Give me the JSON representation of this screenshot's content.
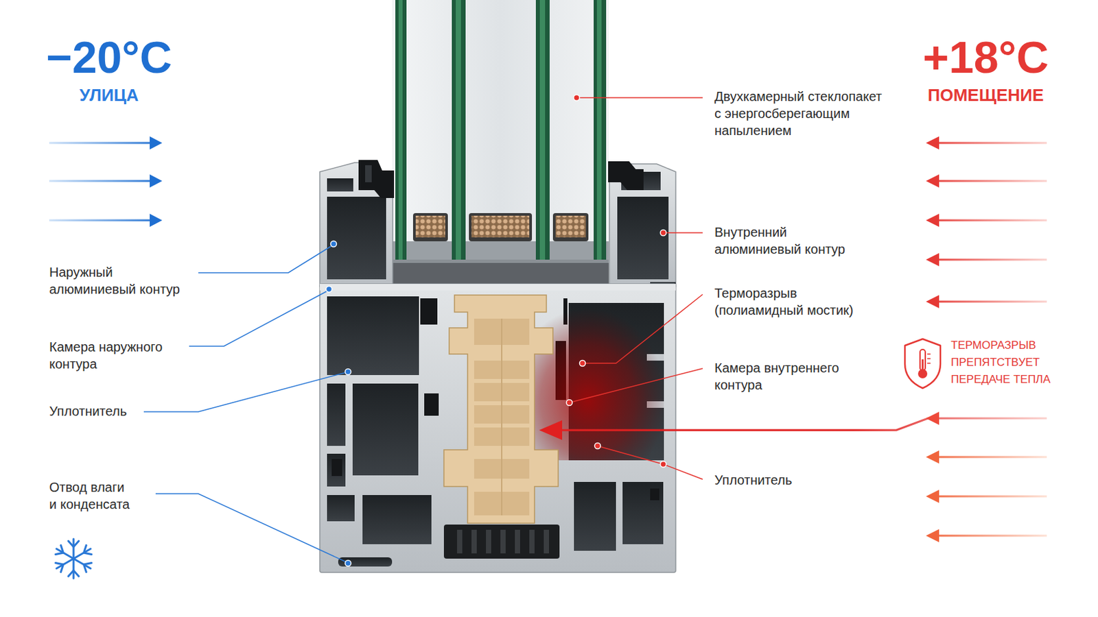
{
  "diagram": {
    "labels": [
      "−20°C",
      "УЛИЦА",
      "+18°C",
      "ПОМЕЩЕНИЕ",
      "Двухкамерный стеклопакет с энергосберегающим напылением",
      "Наружный алюминиевый контур",
      "Внутренний алюминиевый контур",
      "Терморазрыв (полиамидный мостик)",
      "Камера наружного контура",
      "ТЕРМОРАЗРЫВ ПРЕПЯТСТВУЕТ ПЕРЕДАЧЕ ТЕПЛА",
      "Камера внутреннего контура",
      "Уплотнитель",
      "Уплотнитель",
      "Отвод влаги и конденсата"
    ]
  }
}
